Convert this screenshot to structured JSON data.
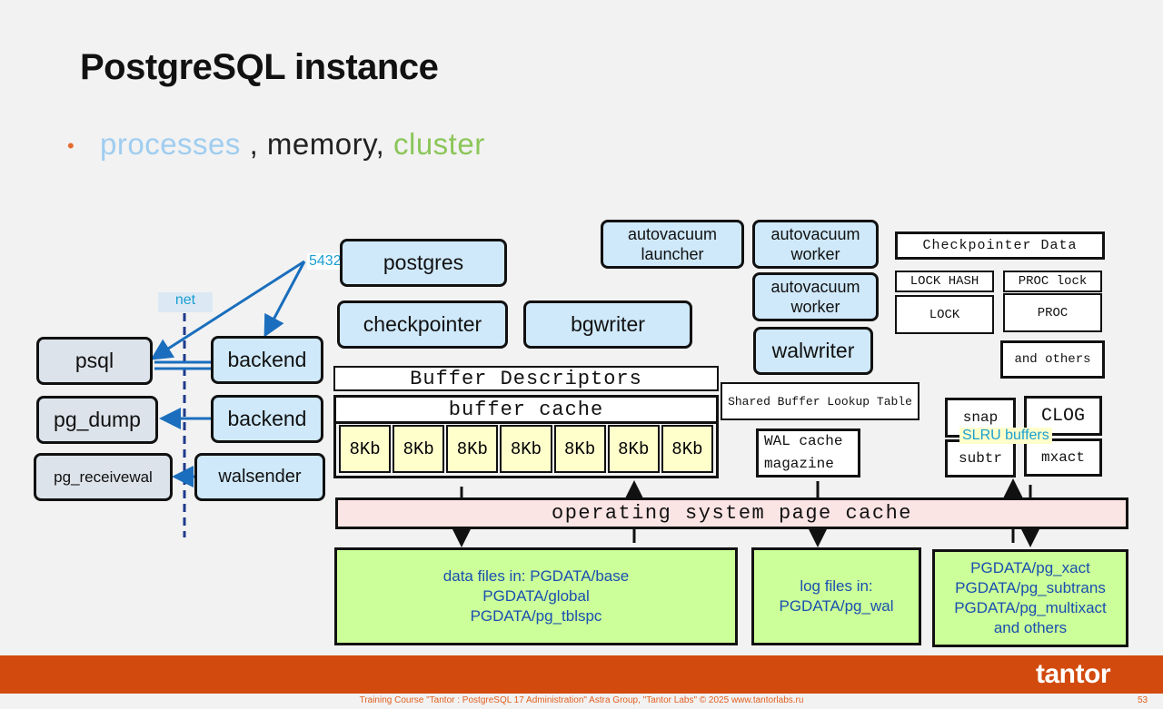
{
  "slide": {
    "title": "PostgreSQL instance",
    "bullet": {
      "processes": "processes",
      "sep": " , memory, ",
      "cluster": "cluster"
    },
    "footer": "Training Course \"Tantor : PostgreSQL 17 Administration\" Astra Group, \"Tantor Labs\" © 2025  www.tantorlabs.ru",
    "page_number": "53",
    "logo": "tantor"
  },
  "diagram": {
    "port": "5432",
    "net": "net",
    "clients": [
      "psql",
      "pg_dump",
      "pg_receivewal"
    ],
    "server_procs": [
      "backend",
      "backend",
      "walsender"
    ],
    "postgres": "postgres",
    "checkpointer": "checkpointer",
    "bgwriter": "bgwriter",
    "autovacuum_launcher": "autovacuum launcher",
    "autovacuum_worker_1": "autovacuum worker",
    "autovacuum_worker_2": "autovacuum worker",
    "walwriter": "walwriter",
    "buffer_descriptors": "Buffer Descriptors",
    "buffer_cache": "buffer cache",
    "pages": [
      "8Kb",
      "8Kb",
      "8Kb",
      "8Kb",
      "8Kb",
      "8Kb",
      "8Kb"
    ],
    "shared_buffer_lookup": "Shared Buffer Lookup Table",
    "wal_cache": "WAL cache magazine",
    "checkpointer_data": "Checkpointer Data",
    "lock_hash": "LOCK HASH",
    "proc_lock": "PROC lock",
    "lock": "LOCK",
    "proc": "PROC",
    "and_others": "and others",
    "snap": "snap",
    "clog": "CLOG",
    "slru_buffers": "SLRU buffers",
    "subtr": "subtr",
    "mxact": "mxact",
    "os_cache": "operating system page cache",
    "data_files": "data files in: PGDATA/base PGDATA/global PGDATA/pg_tblspc",
    "log_files": "log files in: PGDATA/pg_wal",
    "xact_files": "PGDATA/pg_xact PGDATA/pg_subtrans PGDATA/pg_multixact and others"
  },
  "colors": {
    "process_fill": "#cfe9fa",
    "client_fill": "#dde3ea",
    "page_fill": "#ffffcc",
    "storage_fill": "#ccff99",
    "os_cache_fill": "#fbe4e4",
    "arrow": "#1a6ebd",
    "footer_bar": "#d24a0e"
  }
}
